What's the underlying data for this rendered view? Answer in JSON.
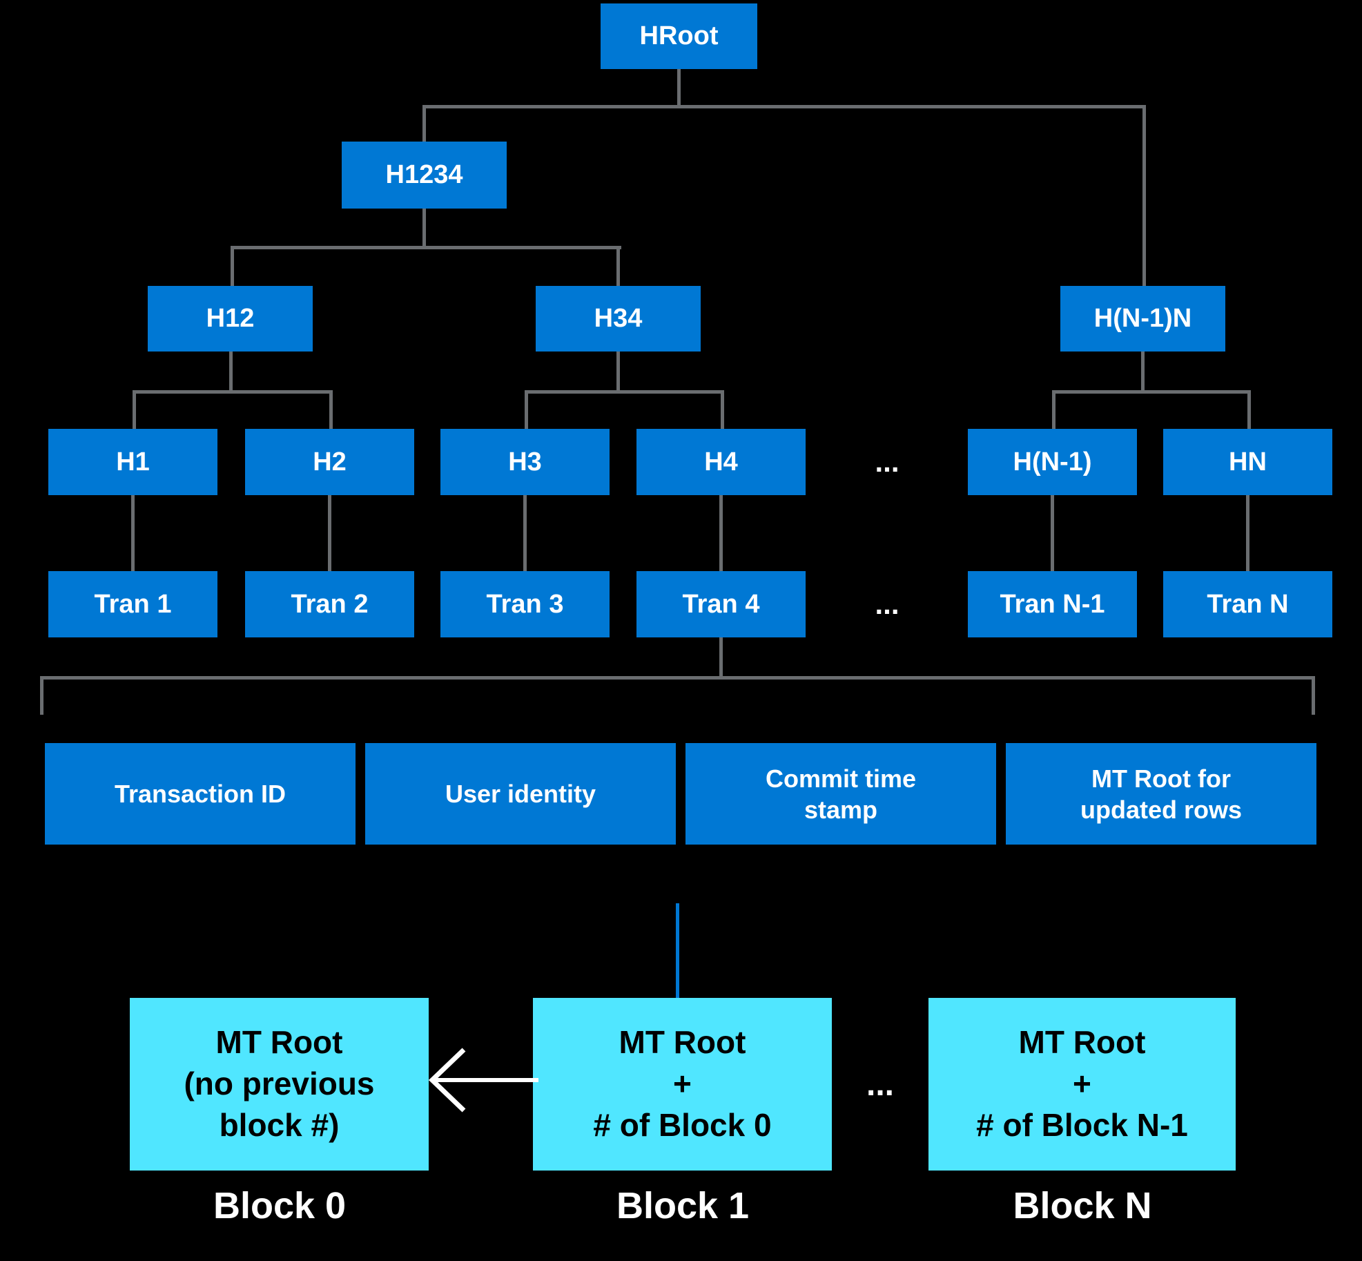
{
  "palette": {
    "background": "#000000",
    "node_blue": "#0078D4",
    "block_cyan": "#50E6FF",
    "connector_gray": "#6A6D70",
    "connector_blue": "#0078D4",
    "text_white": "#FFFFFF",
    "text_black": "#000000"
  },
  "tree": {
    "root": "HRoot",
    "h1234": "H1234",
    "h12": "H12",
    "h34": "H34",
    "hn1n": "H(N-1)N",
    "leaves_h": [
      "H1",
      "H2",
      "H3",
      "H4",
      "H(N-1)",
      "HN"
    ],
    "leaves_tran": [
      "Tran 1",
      "Tran 2",
      "Tran 3",
      "Tran 4",
      "Tran N-1",
      "Tran N"
    ],
    "ellipsis": "..."
  },
  "transaction_fields": [
    "Transaction ID",
    "User identity",
    "Commit time stamp",
    "MT Root for updated rows"
  ],
  "blocks": [
    {
      "content": "MT Root\n(no previous\nblock #)",
      "label": "Block 0"
    },
    {
      "content": "MT Root\n+\n# of Block 0",
      "label": "Block 1"
    },
    {
      "content": "MT Root\n+\n# of Block N-1",
      "label": "Block N"
    }
  ],
  "blocks_ellipsis": "..."
}
